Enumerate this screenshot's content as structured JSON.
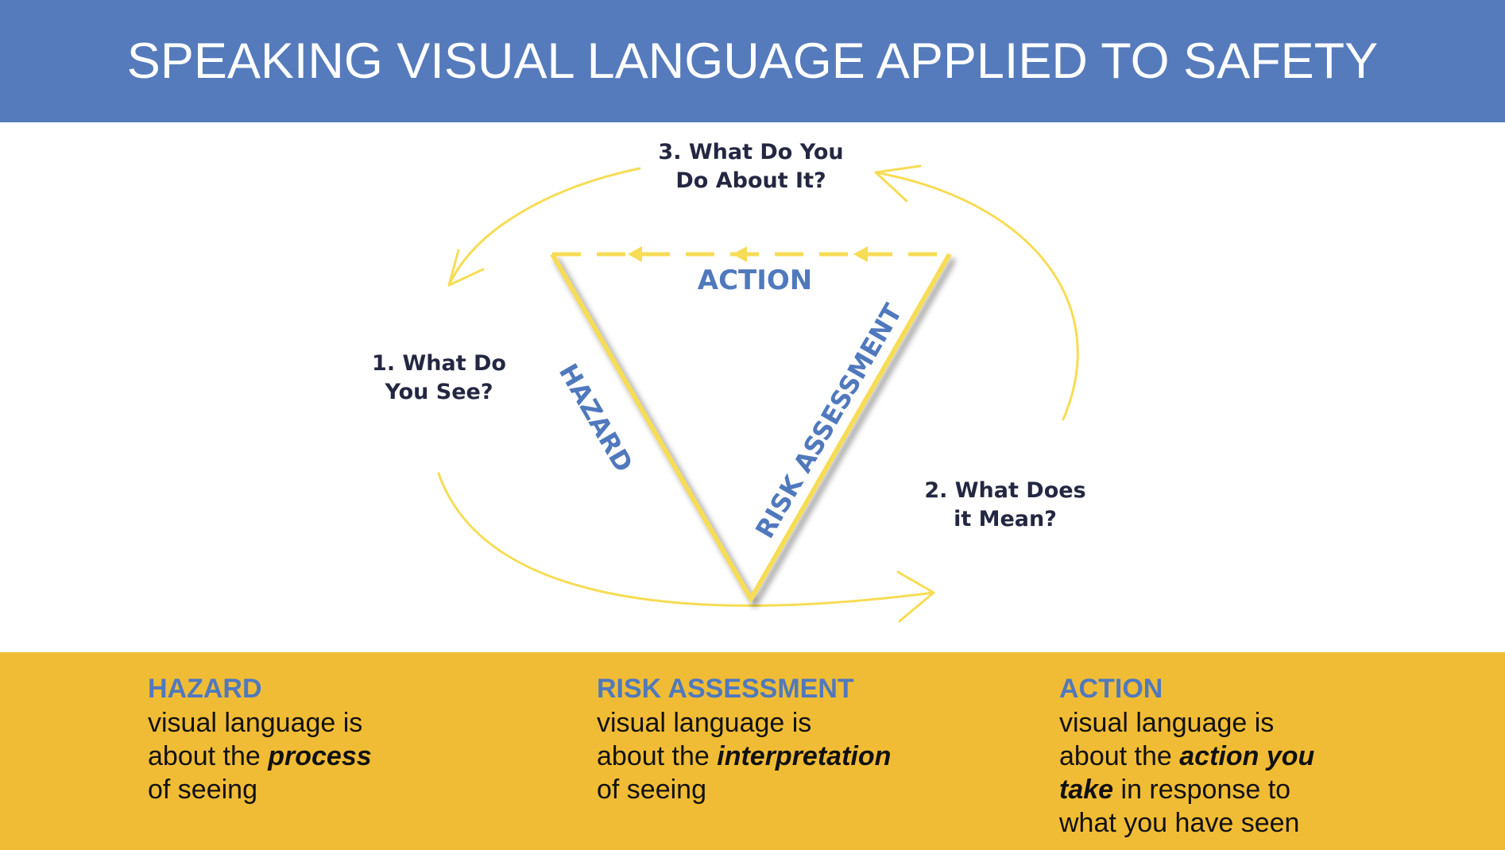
{
  "title": "SPEAKING VISUAL LANGUAGE APPLIED TO SAFETY",
  "colors": {
    "header_bg": "#557BBC",
    "footer_bg": "#F1BC35",
    "cycle_yellow": "#F7DC55",
    "label_blue": "#5079BD",
    "step_text": "#242742"
  },
  "diagram": {
    "steps": [
      {
        "line1": "1. What Do",
        "line2": "You See?"
      },
      {
        "line1": "2. What Does",
        "line2": "it Mean?"
      },
      {
        "line1": "3. What Do You",
        "line2": "Do About It?"
      }
    ],
    "triangle_labels": {
      "top": "ACTION",
      "left": "HAZARD",
      "right": "RISK ASSESSMENT"
    }
  },
  "columns": [
    {
      "title": "HAZARD",
      "line1": "visual language is",
      "line2_pre": "about the ",
      "line2_emph": "process",
      "line3": "of seeing"
    },
    {
      "title": "RISK ASSESSMENT",
      "line1": "visual language is",
      "line2_pre": "about the ",
      "line2_emph": "interpretation",
      "line3": "of seeing"
    },
    {
      "title": "ACTION",
      "line1": "visual language is",
      "line2_pre": "about the ",
      "line2_emph": "action you",
      "line3_emph": "take",
      "line3_post": " in response to",
      "line4": "what you have seen"
    }
  ]
}
